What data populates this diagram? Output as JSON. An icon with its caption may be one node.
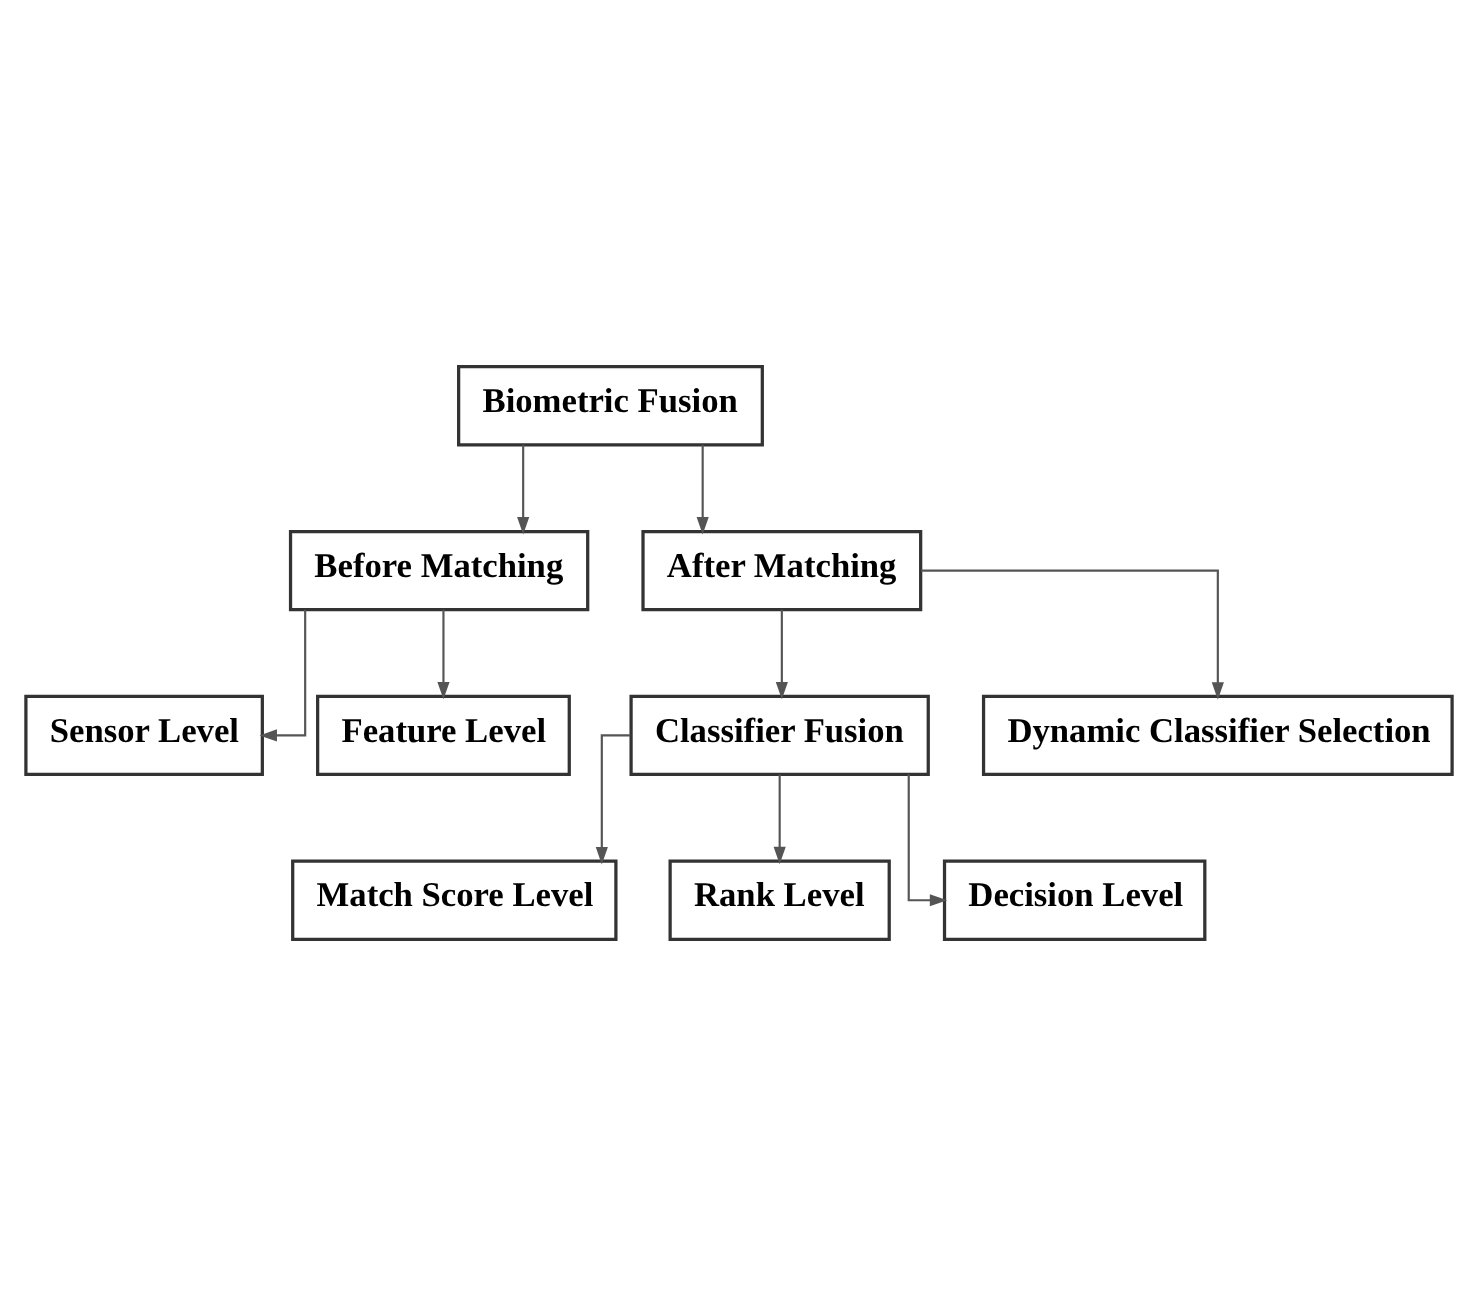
{
  "diagram": {
    "nodes": [
      {
        "text": [
          "Biometric Fusion"
        ]
      },
      {
        "text": [
          "Before Matching"
        ]
      },
      {
        "text": [
          "After Matching"
        ]
      },
      {
        "text": [
          "Sensor Level"
        ]
      },
      {
        "text": [
          "Feature Level"
        ]
      },
      {
        "text": [
          "Classifier Fusion"
        ]
      },
      {
        "text": [
          "Dynamic Classifier Selection"
        ]
      },
      {
        "text": [
          "Match Score Level"
        ]
      },
      {
        "text": [
          "Rank Level"
        ]
      },
      {
        "text": [
          "Decision Level"
        ]
      }
    ],
    "edges": [
      {
        "from": 0,
        "to": 1,
        "arrow": "to"
      },
      {
        "from": 0,
        "to": 2,
        "arrow": "to"
      },
      {
        "from": 1,
        "to": 3,
        "arrow": "to"
      },
      {
        "from": 1,
        "to": 4,
        "arrow": "to"
      },
      {
        "from": 2,
        "to": 5,
        "arrow": "to"
      },
      {
        "from": 2,
        "to": 6,
        "arrow": "to"
      },
      {
        "from": 5,
        "to": 7,
        "arrow": "to"
      },
      {
        "from": 5,
        "to": 8,
        "arrow": "to"
      },
      {
        "from": 5,
        "to": 9,
        "arrow": "to"
      }
    ]
  }
}
